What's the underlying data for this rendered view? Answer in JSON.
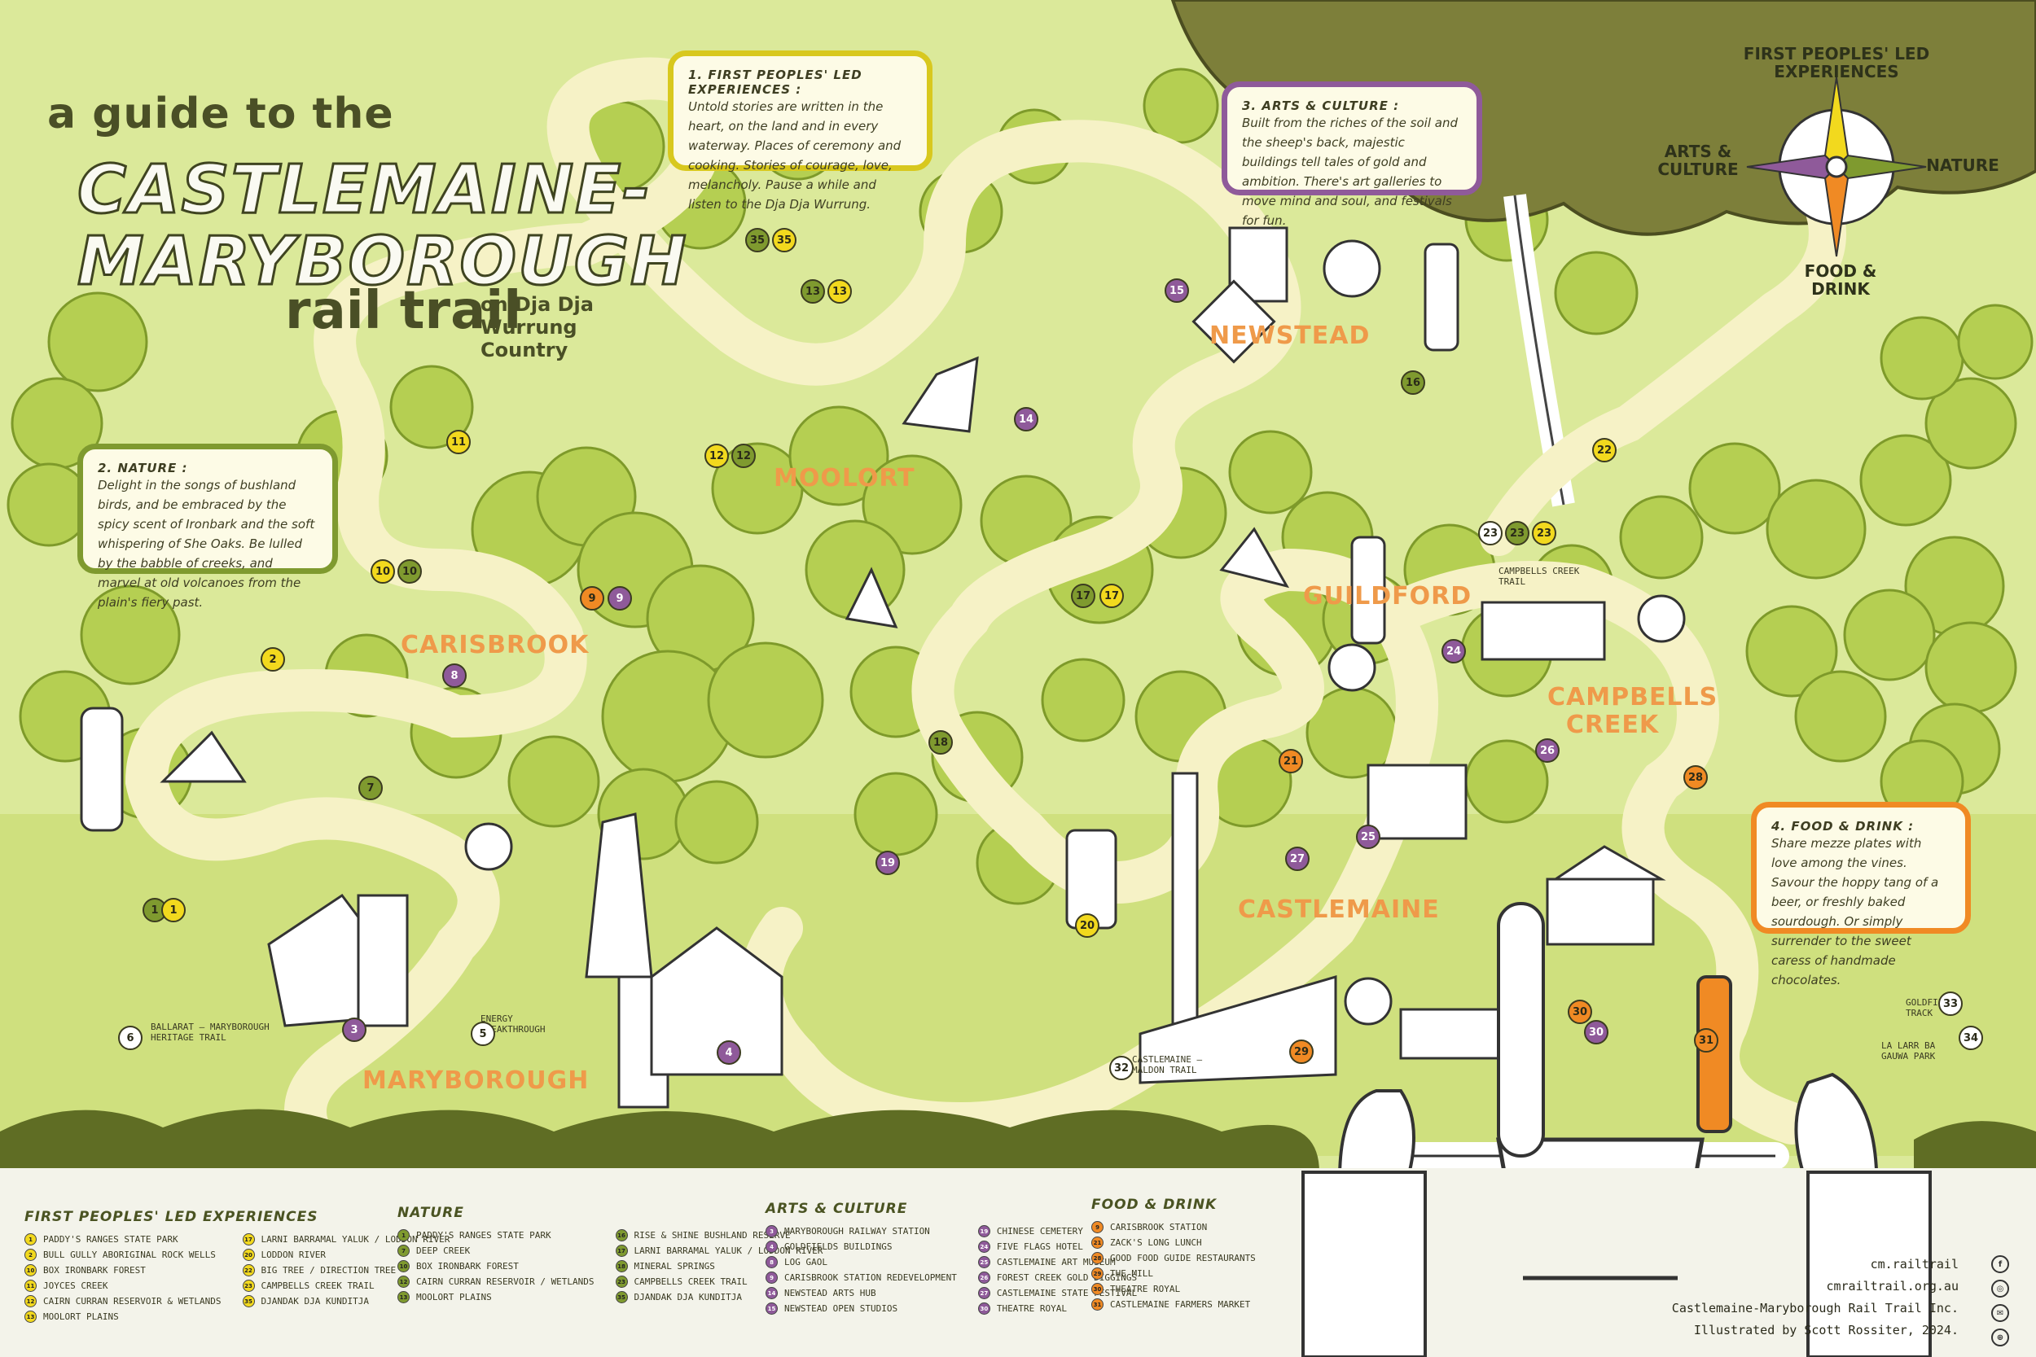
{
  "title": {
    "line1": "a guide to the",
    "line2": "CASTLEMAINE-",
    "line3": "MARYBOROUGH",
    "line4": "rail trail",
    "line5": "on Dja Dja Wurrung Country"
  },
  "info_boxes": {
    "first_peoples": {
      "title": "1. FIRST PEOPLES' LED EXPERIENCES :",
      "body": "Untold stories are written in the heart, on the land and in every waterway. Places of ceremony and cooking. Stories of courage, love, melancholy. Pause a while and listen to the Dja Dja Wurrung."
    },
    "nature": {
      "title": "2. NATURE :",
      "body": "Delight in the songs of bushland birds, and be embraced by the spicy scent of Ironbark and the soft whispering of She Oaks. Be lulled by the babble of creeks, and marvel at old volcanoes from the plain's fiery past."
    },
    "arts": {
      "title": "3. ARTS & CULTURE :",
      "body": "Built from the riches of the soil and the sheep's back, majestic buildings tell tales of gold and ambition. There's art galleries to move mind and soul, and festivals for fun."
    },
    "food": {
      "title": "4. FOOD & DRINK :",
      "body": "Share mezze plates with love among the vines. Savour the hoppy tang of a beer, or freshly baked sourdough. Or simply surrender to the sweet caress of handmade chocolates."
    }
  },
  "compass": {
    "north": "FIRST PEOPLES' LED EXPERIENCES",
    "west": "ARTS & CULTURE",
    "east": "NATURE",
    "south": "FOOD & DRINK"
  },
  "towns": [
    "MOOLORT",
    "NEWSTEAD",
    "CARISBROOK",
    "GUILDFORD",
    "CAMPBELLS CREEK",
    "CASTLEMAINE",
    "MARYBOROUGH"
  ],
  "map_labels": {
    "ballarat": "BALLARAT – MARYBOROUGH HERITAGE TRAIL",
    "energy": "ENERGY BREAKTHROUGH",
    "campbells_trail": "CAMPBELLS CREEK TRAIL",
    "maldon": "CASTLEMAINE – MALDON TRAIL",
    "goldfields": "GOLDFIELDS TRACK",
    "larr": "LA LARR BA GAUWA PARK"
  },
  "markers": [
    {
      "n": "1",
      "c": "g"
    },
    {
      "n": "1",
      "c": "y"
    },
    {
      "n": "2",
      "c": "y"
    },
    {
      "n": "3",
      "c": "p"
    },
    {
      "n": "4",
      "c": "p"
    },
    {
      "n": "5",
      "c": "w"
    },
    {
      "n": "6",
      "c": "w"
    },
    {
      "n": "7",
      "c": "g"
    },
    {
      "n": "8",
      "c": "p"
    },
    {
      "n": "9",
      "c": "o"
    },
    {
      "n": "9",
      "c": "p"
    },
    {
      "n": "10",
      "c": "y"
    },
    {
      "n": "10",
      "c": "g"
    },
    {
      "n": "11",
      "c": "y"
    },
    {
      "n": "12",
      "c": "y"
    },
    {
      "n": "12",
      "c": "g"
    },
    {
      "n": "13",
      "c": "g"
    },
    {
      "n": "13",
      "c": "y"
    },
    {
      "n": "35",
      "c": "g"
    },
    {
      "n": "35",
      "c": "y"
    },
    {
      "n": "14",
      "c": "p"
    },
    {
      "n": "15",
      "c": "p"
    },
    {
      "n": "16",
      "c": "g"
    },
    {
      "n": "17",
      "c": "g"
    },
    {
      "n": "17",
      "c": "y"
    },
    {
      "n": "18",
      "c": "g"
    },
    {
      "n": "19",
      "c": "p"
    },
    {
      "n": "20",
      "c": "y"
    },
    {
      "n": "21",
      "c": "o"
    },
    {
      "n": "22",
      "c": "y"
    },
    {
      "n": "23",
      "c": "w"
    },
    {
      "n": "23",
      "c": "g"
    },
    {
      "n": "23",
      "c": "y"
    },
    {
      "n": "24",
      "c": "p"
    },
    {
      "n": "25",
      "c": "p"
    },
    {
      "n": "26",
      "c": "p"
    },
    {
      "n": "27",
      "c": "p"
    },
    {
      "n": "28",
      "c": "o"
    },
    {
      "n": "29",
      "c": "o"
    },
    {
      "n": "30",
      "c": "o"
    },
    {
      "n": "30",
      "c": "p"
    },
    {
      "n": "31",
      "c": "o"
    },
    {
      "n": "32",
      "c": "w"
    },
    {
      "n": "33",
      "c": "w"
    },
    {
      "n": "34",
      "c": "w"
    }
  ],
  "legend": {
    "first_peoples": {
      "heading": "FIRST PEOPLES' LED EXPERIENCES",
      "color": "#f2d91e",
      "items": [
        {
          "n": "1",
          "t": "PADDY'S RANGES STATE PARK"
        },
        {
          "n": "2",
          "t": "BULL GULLY ABORIGINAL ROCK WELLS"
        },
        {
          "n": "10",
          "t": "BOX IRONBARK FOREST"
        },
        {
          "n": "11",
          "t": "JOYCES CREEK"
        },
        {
          "n": "12",
          "t": "CAIRN CURRAN RESERVOIR & WETLANDS"
        },
        {
          "n": "13",
          "t": "MOOLORT PLAINS"
        },
        {
          "n": "17",
          "t": "LARNI BARRAMAL YALUK / LODDON RIVER"
        },
        {
          "n": "20",
          "t": "LODDON RIVER"
        },
        {
          "n": "22",
          "t": "BIG TREE / DIRECTION TREE"
        },
        {
          "n": "23",
          "t": "CAMPBELLS CREEK TRAIL"
        },
        {
          "n": "35",
          "t": "DJANDAK DJA KUNDITJA"
        }
      ]
    },
    "nature": {
      "heading": "NATURE",
      "color": "#7f9a2f",
      "items": [
        {
          "n": "1",
          "t": "PADDY'S RANGES STATE PARK"
        },
        {
          "n": "7",
          "t": "DEEP CREEK"
        },
        {
          "n": "10",
          "t": "BOX IRONBARK FOREST"
        },
        {
          "n": "12",
          "t": "CAIRN CURRAN RESERVOIR / WETLANDS"
        },
        {
          "n": "13",
          "t": "MOOLORT PLAINS"
        },
        {
          "n": "16",
          "t": "RISE & SHINE BUSHLAND RESERVE"
        },
        {
          "n": "17",
          "t": "LARNI BARRAMAL YALUK / LODDON RIVER"
        },
        {
          "n": "18",
          "t": "MINERAL SPRINGS"
        },
        {
          "n": "23",
          "t": "CAMPBELLS CREEK TRAIL"
        },
        {
          "n": "35",
          "t": "DJANDAK DJA KUNDITJA"
        }
      ]
    },
    "arts": {
      "heading": "ARTS & CULTURE",
      "color": "#8f5a9a",
      "items": [
        {
          "n": "3",
          "t": "MARYBOROUGH RAILWAY STATION"
        },
        {
          "n": "4",
          "t": "GOLDFIELDS BUILDINGS"
        },
        {
          "n": "8",
          "t": "LOG GAOL"
        },
        {
          "n": "9",
          "t": "CARISBROOK STATION REDEVELOPMENT"
        },
        {
          "n": "14",
          "t": "NEWSTEAD ARTS HUB"
        },
        {
          "n": "15",
          "t": "NEWSTEAD OPEN STUDIOS"
        },
        {
          "n": "19",
          "t": "CHINESE CEMETERY"
        },
        {
          "n": "24",
          "t": "FIVE FLAGS HOTEL"
        },
        {
          "n": "25",
          "t": "CASTLEMAINE ART MUSEUM"
        },
        {
          "n": "26",
          "t": "FOREST CREEK GOLD DIGGINGS"
        },
        {
          "n": "27",
          "t": "CASTLEMAINE STATE FESTIVAL"
        },
        {
          "n": "30",
          "t": "THEATRE ROYAL"
        }
      ]
    },
    "food": {
      "heading": "FOOD & DRINK",
      "color": "#f08a24",
      "items": [
        {
          "n": "9",
          "t": "CARISBROOK STATION"
        },
        {
          "n": "21",
          "t": "ZACK'S LONG LUNCH"
        },
        {
          "n": "28",
          "t": "GOOD FOOD GUIDE RESTAURANTS"
        },
        {
          "n": "29",
          "t": "THE MILL"
        },
        {
          "n": "30",
          "t": "THEATRE ROYAL"
        },
        {
          "n": "31",
          "t": "CASTLEMAINE FARMERS MARKET"
        }
      ]
    }
  },
  "credits": {
    "handle": "cm.railtrail",
    "url": "cmrailtrail.org.au",
    "org": "Castlemaine-Maryborough Rail Trail Inc.",
    "illustrator": "Illustrated by Scott Rossiter, 2024."
  },
  "colors": {
    "first_peoples": "#f2d91e",
    "nature": "#7f9a2f",
    "arts": "#8f5a9a",
    "food": "#f08a24",
    "town": "#ef9a4a",
    "background": "#d8e890"
  }
}
